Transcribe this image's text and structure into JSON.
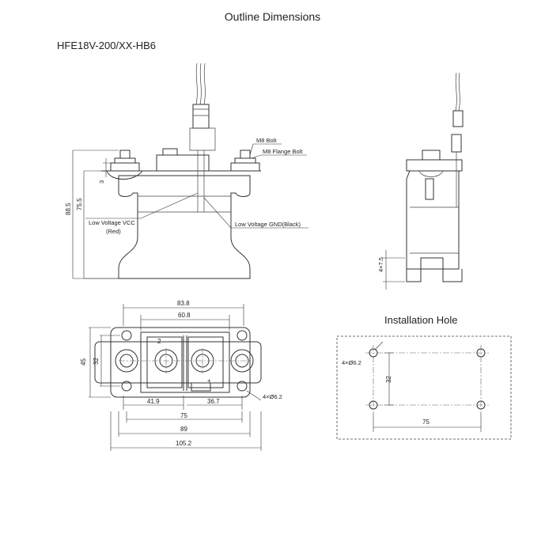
{
  "title": "Outline Dimensions",
  "model": "HFE18V-200/XX-HB6",
  "front_view": {
    "callouts": {
      "m8_bolt": "M8 Bolt",
      "m8_flange_bolt": "M8 Flange Bolt",
      "low_voltage_vcc": "Low Voltage VCC",
      "red": "(Red)",
      "low_voltage_gnd": "Low Voltage GND(Black)"
    },
    "dims": {
      "height_total": "88.5",
      "height_body": "75.5",
      "bolt": "3"
    }
  },
  "side_view": {
    "dims": {
      "foot": "4×7.5"
    }
  },
  "top_view": {
    "dims": {
      "w_83_8": "83.8",
      "w_60_8": "60.8",
      "h_45": "45",
      "h_32": "32",
      "w_41_9": "41.9",
      "w_36_7": "36.7",
      "w_75": "75",
      "w_89": "89",
      "w_105_2": "105.2",
      "holes": "4×Ø6.2"
    },
    "terminal_labels": {
      "neg": "2",
      "pos": "+"
    }
  },
  "installation_hole": {
    "title": "Installation Hole",
    "dims": {
      "holes": "4×Ø6.2",
      "v": "32",
      "h": "75"
    }
  }
}
